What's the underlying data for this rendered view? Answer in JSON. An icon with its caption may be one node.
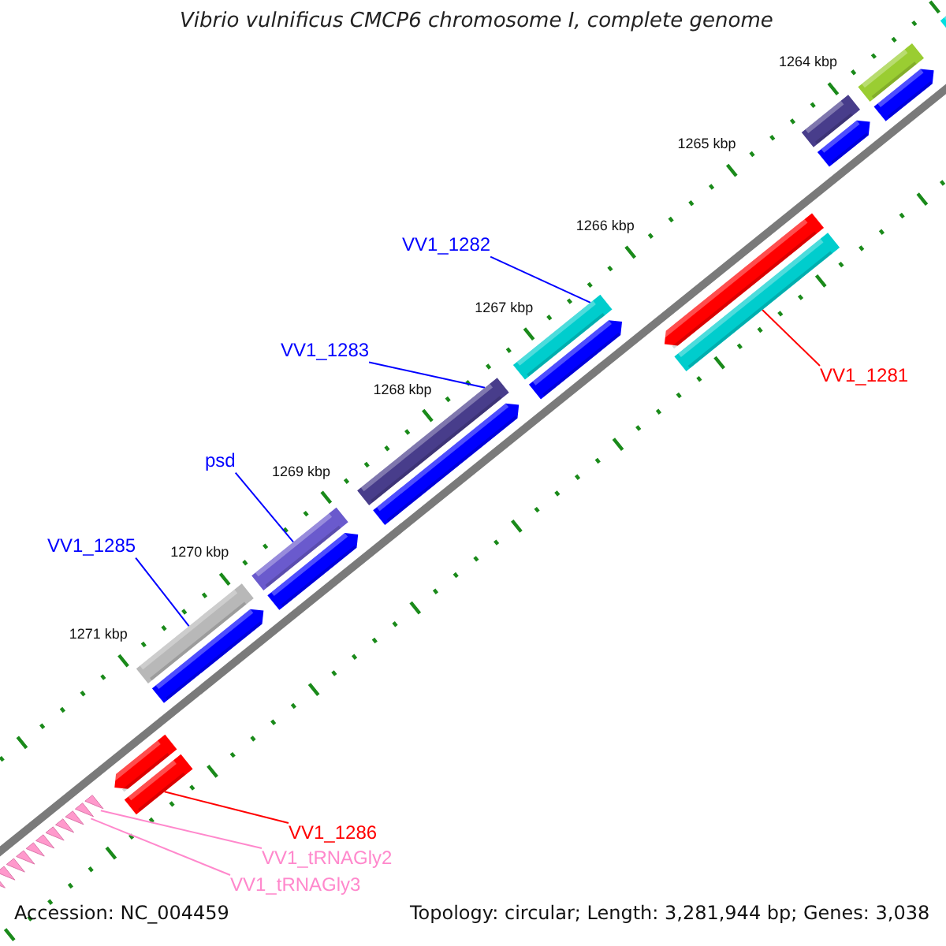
{
  "diagram": {
    "title": "Vibrio vulnificus CMCP6 chromosome I, complete genome",
    "nodes": [
      {
        "text": [
          "VV1_1282"
        ]
      },
      {
        "text": [
          "VV1_1283"
        ]
      },
      {
        "text": [
          "VV1_1281"
        ]
      },
      {
        "text": [
          "psd"
        ]
      },
      {
        "text": [
          "VV1_1285"
        ]
      },
      {
        "text": [
          "VV1_1286"
        ]
      },
      {
        "text": [
          "VV1_tRNAGly2"
        ]
      },
      {
        "text": [
          "VV1_tRNAGly3"
        ]
      },
      {
        "text": [],
        "shape": "bar"
      },
      {
        "text": [],
        "shape": "bar"
      },
      {
        "text": [],
        "shape": "bar"
      },
      {
        "text": [],
        "shape": "bar"
      },
      {
        "text": [],
        "shape": "bar"
      },
      {
        "text": [],
        "shape": "bar"
      },
      {
        "text": [],
        "shape": "triangle"
      },
      {
        "text": [],
        "shape": "triangle"
      }
    ],
    "edges": [
      {
        "from": 0,
        "to": 8,
        "arrow": "none"
      },
      {
        "from": 1,
        "to": 9,
        "arrow": "none"
      },
      {
        "from": 2,
        "to": 10,
        "arrow": "none",
        "color": "#ff0000"
      },
      {
        "from": 3,
        "to": 11,
        "arrow": "none"
      },
      {
        "from": 4,
        "to": 12,
        "arrow": "none"
      },
      {
        "from": 5,
        "to": 13,
        "arrow": "none",
        "color": "#ff0000"
      },
      {
        "from": 6,
        "to": 14,
        "arrow": "none",
        "color": "#ff88cc"
      },
      {
        "from": 7,
        "to": 15,
        "arrow": "none",
        "color": "#ff88cc"
      }
    ],
    "labels": [
      "1264 kbp",
      "1265 kbp",
      "1266 kbp",
      "1267 kbp",
      "1268 kbp",
      "1269 kbp",
      "1270 kbp",
      "1271 kbp",
      "Accession: NC_004459",
      "Topology: circular; Length: 3,281,944 bp; Genes: 3,038"
    ]
  }
}
